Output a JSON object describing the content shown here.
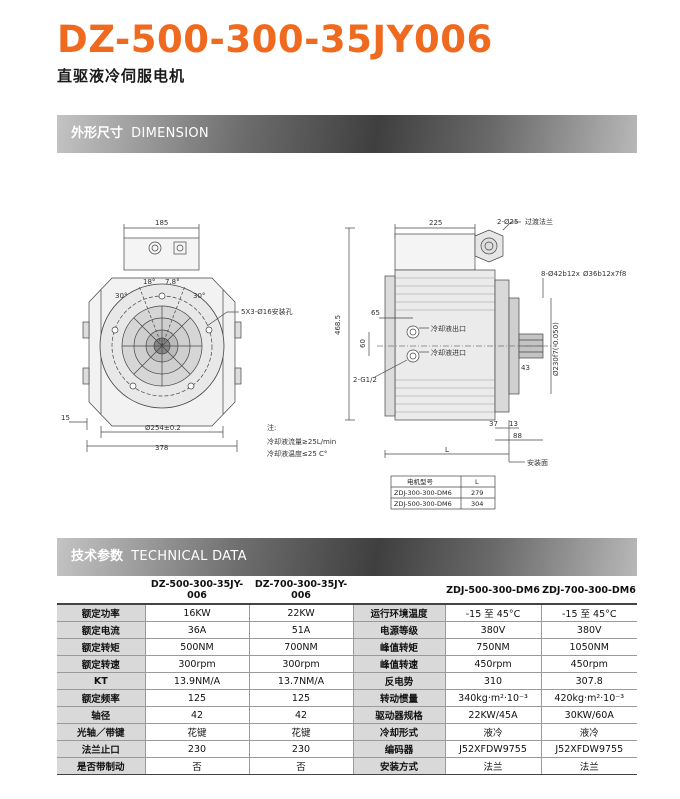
{
  "header": {
    "model": "DZ-500-300-35JY006",
    "subtitle": "直驱液冷伺服电机"
  },
  "dimension_section": {
    "title_cn": "外形尺寸",
    "title_en": "DIMENSION"
  },
  "drawing": {
    "front_dims": [
      "185",
      "5X3-Ø16安装孔",
      "15",
      "Ø254±0.2",
      "378",
      "30°",
      "18°",
      "7.8°",
      "30°"
    ],
    "side_dims": [
      "225",
      "2-Ø25",
      "过渡法兰",
      "8-Ø42b12x",
      "Ø36b12x7f8",
      "65",
      "468.5",
      "60",
      "冷却液出口",
      "冷却液进口",
      "2-G1/2",
      "37",
      "13",
      "88",
      "43",
      "L",
      "安装面",
      "Ø230f7(-0.050)"
    ],
    "notes": [
      "注:",
      "冷却液流量≥25L/min",
      "冷却液温度≤25 C°"
    ],
    "length_table": {
      "headers": [
        "电机型号",
        "L"
      ],
      "rows": [
        [
          "ZDJ-300-300-DM6",
          "279"
        ],
        [
          "ZDJ-500-300-DM6",
          "304"
        ]
      ]
    }
  },
  "technical_section": {
    "title_cn": "技术参数",
    "title_en": "TECHNICAL DATA"
  },
  "spec_table": {
    "headers": [
      "",
      "DZ-500-300-35JY-006",
      "DZ-700-300-35JY-006",
      "",
      "ZDJ-500-300-DM6",
      "ZDJ-700-300-DM6"
    ],
    "rows": [
      [
        "额定功率",
        "16KW",
        "22KW",
        "运行环境温度",
        "-15 至 45°C",
        "-15 至 45°C"
      ],
      [
        "额定电流",
        "36A",
        "51A",
        "电源等级",
        "380V",
        "380V"
      ],
      [
        "额定转矩",
        "500NM",
        "700NM",
        "峰值转矩",
        "750NM",
        "1050NM"
      ],
      [
        "额定转速",
        "300rpm",
        "300rpm",
        "峰值转速",
        "450rpm",
        "450rpm"
      ],
      [
        "KT",
        "13.9NM/A",
        "13.7NM/A",
        "反电势",
        "310",
        "307.8"
      ],
      [
        "额定频率",
        "125",
        "125",
        "转动惯量",
        "340kg·m²·10⁻³",
        "420kg·m²·10⁻³"
      ],
      [
        "轴径",
        "42",
        "42",
        "驱动器规格",
        "22KW/45A",
        "30KW/60A"
      ],
      [
        "光轴／带键",
        "花键",
        "花键",
        "冷却形式",
        "液冷",
        "液冷"
      ],
      [
        "法兰止口",
        "230",
        "230",
        "编码器",
        "J52XFDW9755",
        "J52XFDW9755"
      ],
      [
        "是否带制动",
        "否",
        "否",
        "安装方式",
        "法兰",
        "法兰"
      ]
    ]
  },
  "colors": {
    "brand": "#ef6a1f",
    "band_dark": "#3f3f3f",
    "label_bg": "#d9d9d9"
  }
}
